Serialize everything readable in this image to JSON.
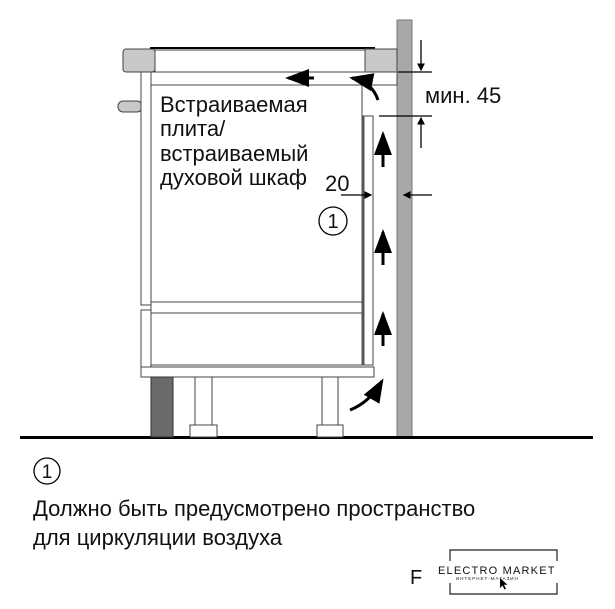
{
  "diagram": {
    "appliance_label": [
      "Встраиваемая",
      "плита/",
      "встраиваемый",
      "духовой шкаф"
    ],
    "gap_side": "20",
    "gap_top": "мин. 45",
    "callout_number": "1"
  },
  "note": {
    "number": "1",
    "lines": [
      "Должно быть предусмотрено пространство",
      "для циркуляции воздуха"
    ]
  },
  "footer": {
    "letter": "F",
    "logo_title": "ELECTRO MARKET",
    "logo_subtitle": "ИНТЕРНЕТ-МАГАЗИН"
  },
  "colors": {
    "wall": "#a8a8a8",
    "plinth": "#6a6a6a",
    "worktop_end": "#c8c8c8"
  }
}
